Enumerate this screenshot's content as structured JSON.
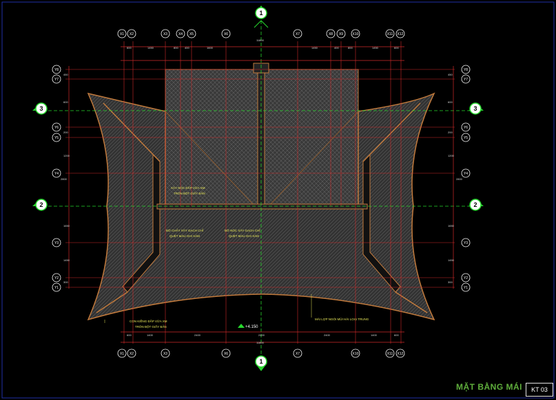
{
  "sheet": {
    "title": "MẶT BẰNG MÁI",
    "code": "KT 03"
  },
  "section_markers": {
    "top": "1",
    "bottom": "1",
    "left_upper": "3",
    "right_upper": "3",
    "left_mid": "2",
    "right_mid": "2"
  },
  "grid_x_top": [
    "X1",
    "X2",
    "X3",
    "X4",
    "X5",
    "X6",
    "X7",
    "X8",
    "X9",
    "X10",
    "X11",
    "X12"
  ],
  "grid_x_bottom": [
    "X1",
    "X2",
    "X3",
    "X6",
    "X7",
    "X10",
    "X11",
    "X12"
  ],
  "grid_y": [
    "Y8",
    "Y7",
    "Y6",
    "Y5",
    "Y4",
    "Y3",
    "Y2",
    "Y1"
  ],
  "dims_top": [
    "600",
    "1450",
    "800",
    "400",
    "1600",
    "1450",
    "400",
    "800",
    "1450",
    "600"
  ],
  "dims_top_total": "11800",
  "dims_bottom": [
    "600",
    "1400",
    "2400",
    "2400",
    "2400",
    "1400",
    "600"
  ],
  "dims_bottom_total": "11800",
  "dims_left": [
    "450",
    "600",
    "200",
    "1200",
    "2800",
    "1650",
    "1450",
    "300"
  ],
  "annotations": {
    "ridge_note_1": "XÂY NÓC ĐẮP VỮA XM",
    "ridge_note_2": "TRÒN BỘT GIẤY BẢN",
    "wall_note_1": "BỜ CHẢY XÂY GẠCH CHỈ",
    "wall_note_2": "QUÉT MÀU GHI XÁM",
    "wall_note_3": "BỜ NÓC XÂY GẠCH CHỈ",
    "wall_note_4": "QUÉT MÀU GHI XÁM",
    "eave_note_1": "CON KIỀNG ĐẮP VỮA XM",
    "eave_note_2": "TRÒN BỘT GIẤY BẢN",
    "tile_note": "MÁI LỢP NGÓI MŨI HÀI LOẠI TRUNG",
    "elevation": "+4.150"
  },
  "colors": {
    "background": "#000000",
    "roof_fill": "#3a3a3a",
    "hatch": "#7a7a7a",
    "outline": "#c27a3c",
    "grid_red": "#d12a2a",
    "axis_green": "#27d82d",
    "grid_bubble": "#ffffff",
    "note_text": "#e8e85a",
    "title": "#5fae3c"
  }
}
